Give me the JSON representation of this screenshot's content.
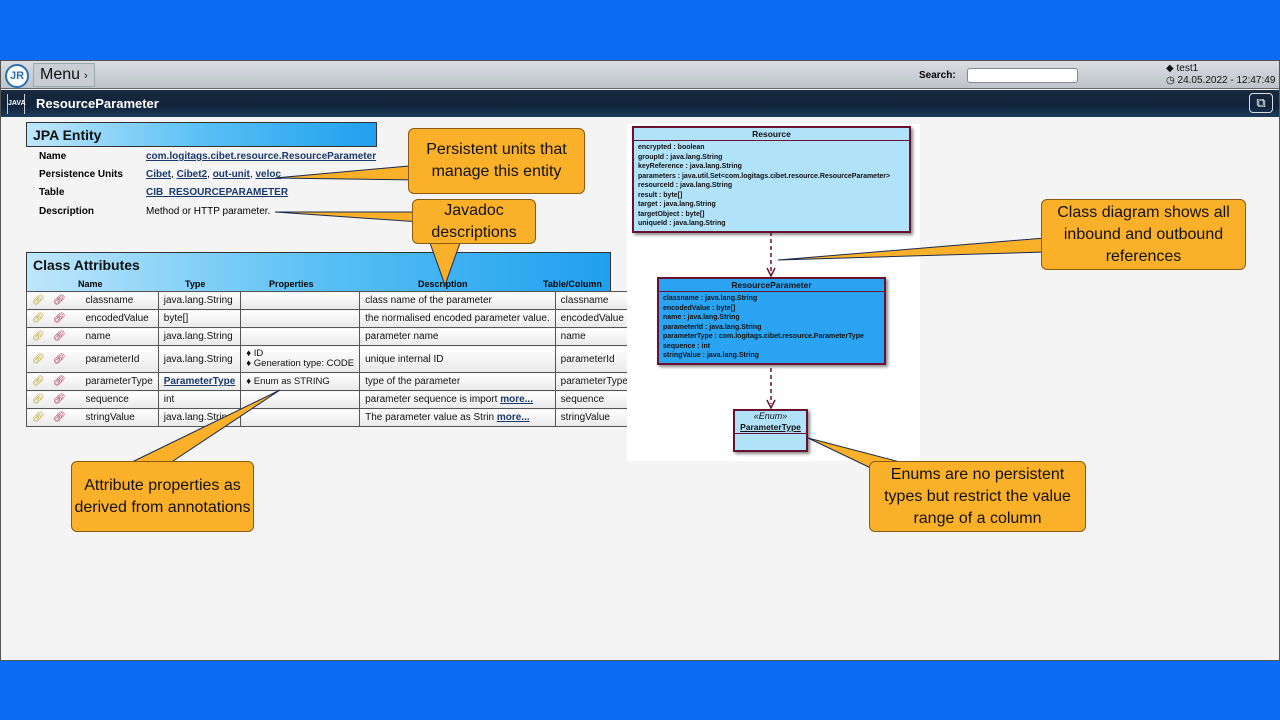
{
  "toolbar": {
    "logo": "JR",
    "menu": "Menu",
    "menu_chevron": "›",
    "search_label": "Search:",
    "search_value": "",
    "user": "test1",
    "datetime": "24.05.2022 - 12:47:49"
  },
  "window": {
    "icon_text": "JAVA",
    "title": "ResourceParameter",
    "max_icon": "⧉"
  },
  "entity": {
    "heading": "JPA Entity",
    "name_label": "Name",
    "name": "com.logitags.cibet.resource.ResourceParameter",
    "units_label": "Persistence Units",
    "units": [
      "Cibet",
      "Cibet2",
      "out-unit",
      "veloc"
    ],
    "table_label": "Table",
    "table": "CIB_RESOURCEPARAMETER",
    "desc_label": "Description",
    "desc": "Method or HTTP parameter."
  },
  "attributes": {
    "heading": "Class Attributes",
    "columns": [
      "Name",
      "Type",
      "Properties",
      "Description",
      "Table/Column"
    ],
    "more": "more...",
    "rows": [
      {
        "name": "classname",
        "type": "java.lang.String",
        "props": [],
        "desc": "class name of the parameter",
        "col": "classname"
      },
      {
        "name": "encodedValue",
        "type": "byte[]",
        "props": [],
        "desc": "the normalised encoded parameter value.",
        "col": "encodedValue"
      },
      {
        "name": "name",
        "type": "java.lang.String",
        "props": [],
        "desc": "parameter name",
        "col": "name"
      },
      {
        "name": "parameterId",
        "type": "java.lang.String",
        "props": [
          "♦ ID",
          "♦ Generation type: CODE"
        ],
        "desc": "unique internal ID",
        "col": "parameterId"
      },
      {
        "name": "parameterType",
        "type": "ParameterType",
        "type_link": true,
        "props": [
          "♦ Enum as STRING"
        ],
        "desc": "type of the parameter",
        "col": "parameterType"
      },
      {
        "name": "sequence",
        "type": "int",
        "props": [],
        "desc": "parameter sequence is import",
        "more": true,
        "col": "sequence"
      },
      {
        "name": "stringValue",
        "type": "java.lang.String",
        "props": [],
        "desc": "The parameter value as Strin",
        "more": true,
        "col": "stringValue"
      }
    ]
  },
  "diagram": {
    "resource": {
      "title": "Resource",
      "fields": [
        "encrypted : boolean",
        "groupId : java.lang.String",
        "keyReference : java.lang.String",
        "parameters : java.util.Set<com.logitags.cibet.resource.ResourceParameter>",
        "resourceId : java.lang.String",
        "result : byte[]",
        "target : java.lang.String",
        "targetObject : byte[]",
        "uniqueId : java.lang.String"
      ]
    },
    "param": {
      "title": "ResourceParameter",
      "fields": [
        "classname : java.lang.String",
        "encodedValue : byte[]",
        "name : java.lang.String",
        "parameterId : java.lang.String",
        "parameterType : com.logitags.cibet.resource.ParameterType",
        "sequence : int",
        "stringValue : java.lang.String"
      ]
    },
    "enum": {
      "stereotype": "«Enum»",
      "title": "ParameterType"
    }
  },
  "callouts": {
    "units": "Persistent units that manage this entity",
    "javadoc": "Javadoc descriptions",
    "diagram": "Class diagram shows all inbound and outbound references",
    "props": "Attribute properties as derived from annotations",
    "enums": "Enums are no persistent types but restrict the value range of a column"
  },
  "colors": {
    "background": "#0a6cf2",
    "callout": "#fbb02a",
    "uml_border": "#6a1030"
  }
}
